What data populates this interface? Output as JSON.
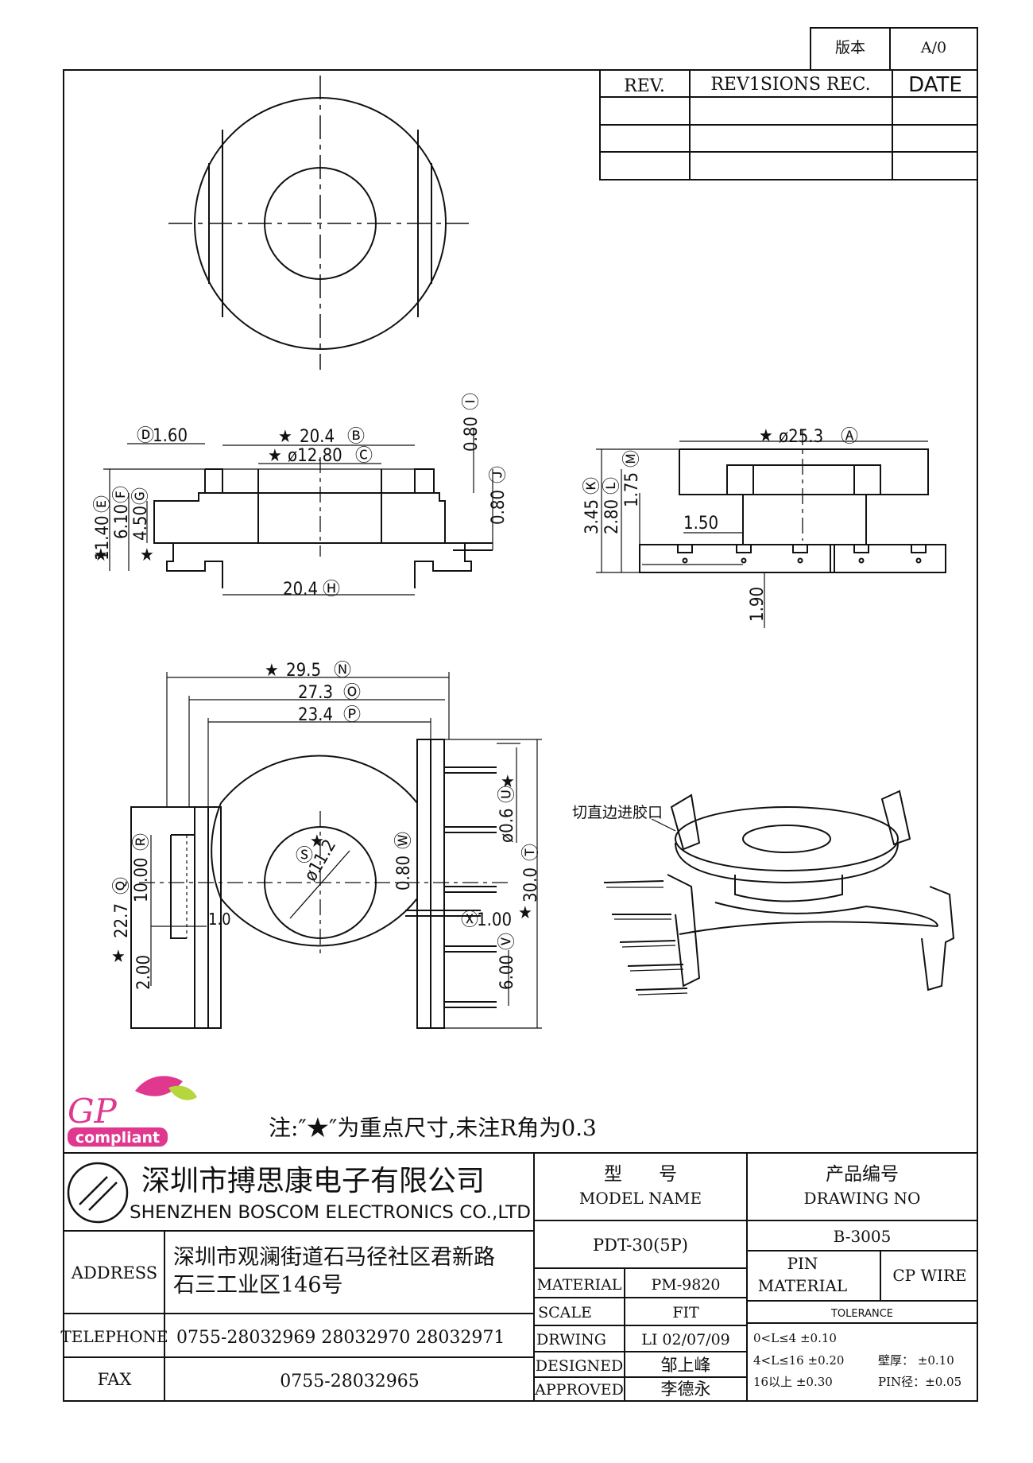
{
  "version": {
    "label": "版本",
    "value": "A/0"
  },
  "revisions": {
    "col_rev": "REV.",
    "col_rec": "REV1SIONS REC.",
    "col_date": "DATE"
  },
  "dimensions": {
    "d_1_60": "1.60",
    "d_20_4_b": "20.4",
    "d_12_80": "ø12.80",
    "d_0_80_i": "0.80",
    "d_0_80_j": "0.80",
    "d_11_40": "11.40",
    "d_6_10": "6.10",
    "d_4_50": "4.50",
    "d_20_4_h": "20.4",
    "d_25_3": "ø25.3",
    "d_3_45": "3.45",
    "d_2_80": "2.80",
    "d_1_75": "1.75",
    "d_1_50": "1.50",
    "d_1_90": "1.90",
    "d_29_5": "29.5",
    "d_27_3": "27.3",
    "d_23_4": "23.4",
    "d_0_6": "ø0.6",
    "d_30_0": "30.0",
    "d_10_00": "10.00",
    "d_22_7": "22.7",
    "d_2_00": "2.00",
    "d_1_0": "1.0",
    "d_11_2": "ø11.2",
    "d_0_80_w": "0.80",
    "d_1_00": "1.00",
    "d_6_00": "6.00"
  },
  "markers": {
    "A": "Ⓐ",
    "B": "Ⓑ",
    "C": "Ⓒ",
    "D": "Ⓓ",
    "E": "Ⓔ",
    "F": "Ⓕ",
    "G": "Ⓖ",
    "H": "Ⓗ",
    "I": "Ⓘ",
    "J": "Ⓙ",
    "K": "Ⓚ",
    "L": "Ⓛ",
    "M": "Ⓜ",
    "N": "Ⓝ",
    "O": "Ⓞ",
    "P": "Ⓟ",
    "Q": "Ⓠ",
    "R": "Ⓡ",
    "S": "Ⓢ",
    "T": "Ⓣ",
    "U": "Ⓤ",
    "V": "Ⓥ",
    "W": "Ⓦ",
    "X": "Ⓧ"
  },
  "star": "★",
  "callout": "切直边进胶口",
  "note": "注:″★″为重点尺寸,未注R角为0.3",
  "gp_logo": {
    "gp": "GP",
    "compliant": "compliant"
  },
  "company": {
    "name_cn": "深圳市搏思康电子有限公司",
    "name_en": "SHENZHEN BOSCOM ELECTRONICS CO.,LTD"
  },
  "address": {
    "label": "ADDRESS",
    "line1": "深圳市观澜街道石马径社区君新路",
    "line2": "石三工业区146号"
  },
  "telephone": {
    "label": "TELEPHONE",
    "value": "0755-28032969 28032970 28032971"
  },
  "fax": {
    "label": "FAX",
    "value": "0755-28032965"
  },
  "model": {
    "label_cn": "型　　号",
    "label_en": "MODEL NAME",
    "value": "PDT-30(5P)"
  },
  "drawing": {
    "label_cn": "产品编号",
    "label_en": "DRAWING NO",
    "value": "B-3005"
  },
  "material": {
    "label": "MATERIAL",
    "value": "PM-9820"
  },
  "scale": {
    "label": "SCALE",
    "value": "FIT"
  },
  "drwing": {
    "label": "DRWING",
    "value": "LI 02/07/09"
  },
  "designed": {
    "label": "DESIGNED",
    "value": "邹上峰"
  },
  "approved": {
    "label": "APPROVED",
    "value": "李德永"
  },
  "pin_material": {
    "label1": "PIN",
    "label2": "MATERIAL",
    "value": "CP WIRE"
  },
  "tolerance": {
    "label": "TOLERANCE",
    "r1": "0<L≤4 ±0.10",
    "r2": "4<L≤16 ±0.20",
    "r3": "16以上 ±0.30",
    "wall": "壁厚： ±0.10",
    "pin": "PIN径：±0.05"
  },
  "colors": {
    "line": "#111111",
    "logo_pink": "#e0378f",
    "logo_green": "#b5d63c"
  }
}
